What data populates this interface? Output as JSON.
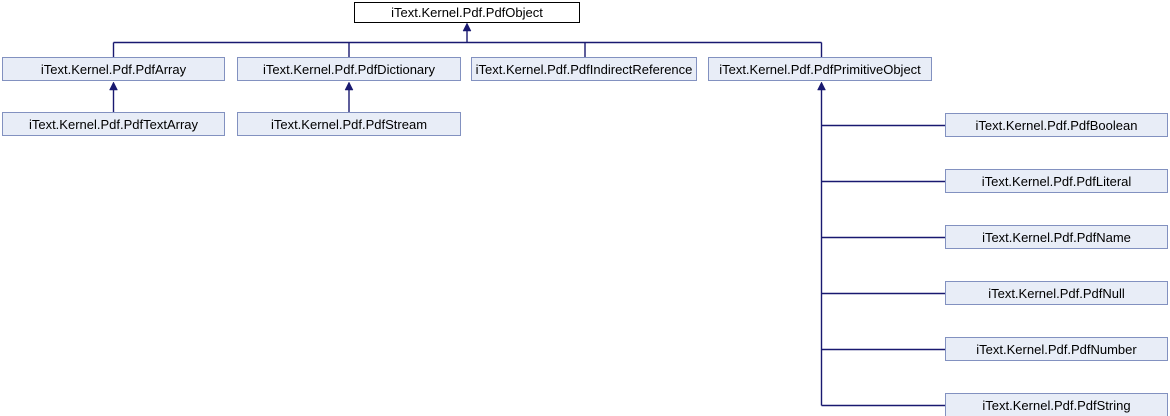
{
  "diagram_type": "class-inheritance-graph",
  "nodes": {
    "pdf_object": "iText.Kernel.Pdf.PdfObject",
    "pdf_array": "iText.Kernel.Pdf.PdfArray",
    "pdf_dictionary": "iText.Kernel.Pdf.PdfDictionary",
    "pdf_indirect_reference": "iText.Kernel.Pdf.PdfIndirectReference",
    "pdf_primitive_object": "iText.Kernel.Pdf.PdfPrimitiveObject",
    "pdf_text_array": "iText.Kernel.Pdf.PdfTextArray",
    "pdf_stream": "iText.Kernel.Pdf.PdfStream",
    "pdf_boolean": "iText.Kernel.Pdf.PdfBoolean",
    "pdf_literal": "iText.Kernel.Pdf.PdfLiteral",
    "pdf_name": "iText.Kernel.Pdf.PdfName",
    "pdf_null": "iText.Kernel.Pdf.PdfNull",
    "pdf_number": "iText.Kernel.Pdf.PdfNumber",
    "pdf_string": "iText.Kernel.Pdf.PdfString"
  },
  "edges": [
    {
      "child": "iText.Kernel.Pdf.PdfArray",
      "parent": "iText.Kernel.Pdf.PdfObject"
    },
    {
      "child": "iText.Kernel.Pdf.PdfDictionary",
      "parent": "iText.Kernel.Pdf.PdfObject"
    },
    {
      "child": "iText.Kernel.Pdf.PdfIndirectReference",
      "parent": "iText.Kernel.Pdf.PdfObject"
    },
    {
      "child": "iText.Kernel.Pdf.PdfPrimitiveObject",
      "parent": "iText.Kernel.Pdf.PdfObject"
    },
    {
      "child": "iText.Kernel.Pdf.PdfTextArray",
      "parent": "iText.Kernel.Pdf.PdfArray"
    },
    {
      "child": "iText.Kernel.Pdf.PdfStream",
      "parent": "iText.Kernel.Pdf.PdfDictionary"
    },
    {
      "child": "iText.Kernel.Pdf.PdfBoolean",
      "parent": "iText.Kernel.Pdf.PdfPrimitiveObject"
    },
    {
      "child": "iText.Kernel.Pdf.PdfLiteral",
      "parent": "iText.Kernel.Pdf.PdfPrimitiveObject"
    },
    {
      "child": "iText.Kernel.Pdf.PdfName",
      "parent": "iText.Kernel.Pdf.PdfPrimitiveObject"
    },
    {
      "child": "iText.Kernel.Pdf.PdfNull",
      "parent": "iText.Kernel.Pdf.PdfPrimitiveObject"
    },
    {
      "child": "iText.Kernel.Pdf.PdfNumber",
      "parent": "iText.Kernel.Pdf.PdfPrimitiveObject"
    },
    {
      "child": "iText.Kernel.Pdf.PdfString",
      "parent": "iText.Kernel.Pdf.PdfPrimitiveObject"
    }
  ],
  "colors": {
    "line": "#191970",
    "node-fill": "#e8edf7",
    "node-border": "#8291c0",
    "root-fill": "#ffffff",
    "root-border": "#000000",
    "text": "#000000",
    "background": "#ffffff"
  }
}
